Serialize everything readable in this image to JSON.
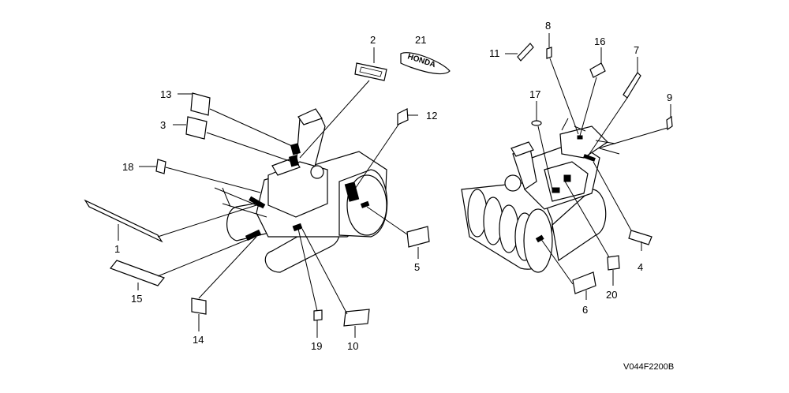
{
  "diagram_code": "V044F2200B",
  "brand_text": "HONDA",
  "callouts": [
    {
      "id": "c1",
      "text": "1"
    },
    {
      "id": "c2",
      "text": "2"
    },
    {
      "id": "c3",
      "text": "3"
    },
    {
      "id": "c4",
      "text": "4"
    },
    {
      "id": "c5",
      "text": "5"
    },
    {
      "id": "c6",
      "text": "6"
    },
    {
      "id": "c7",
      "text": "7"
    },
    {
      "id": "c8",
      "text": "8"
    },
    {
      "id": "c9",
      "text": "9"
    },
    {
      "id": "c10",
      "text": "10"
    },
    {
      "id": "c11",
      "text": "11"
    },
    {
      "id": "c12",
      "text": "12"
    },
    {
      "id": "c13",
      "text": "13"
    },
    {
      "id": "c14",
      "text": "14"
    },
    {
      "id": "c15",
      "text": "15"
    },
    {
      "id": "c16",
      "text": "16"
    },
    {
      "id": "c17",
      "text": "17"
    },
    {
      "id": "c18",
      "text": "18"
    },
    {
      "id": "c19",
      "text": "19"
    },
    {
      "id": "c20",
      "text": "20"
    },
    {
      "id": "c21",
      "text": "21"
    }
  ]
}
